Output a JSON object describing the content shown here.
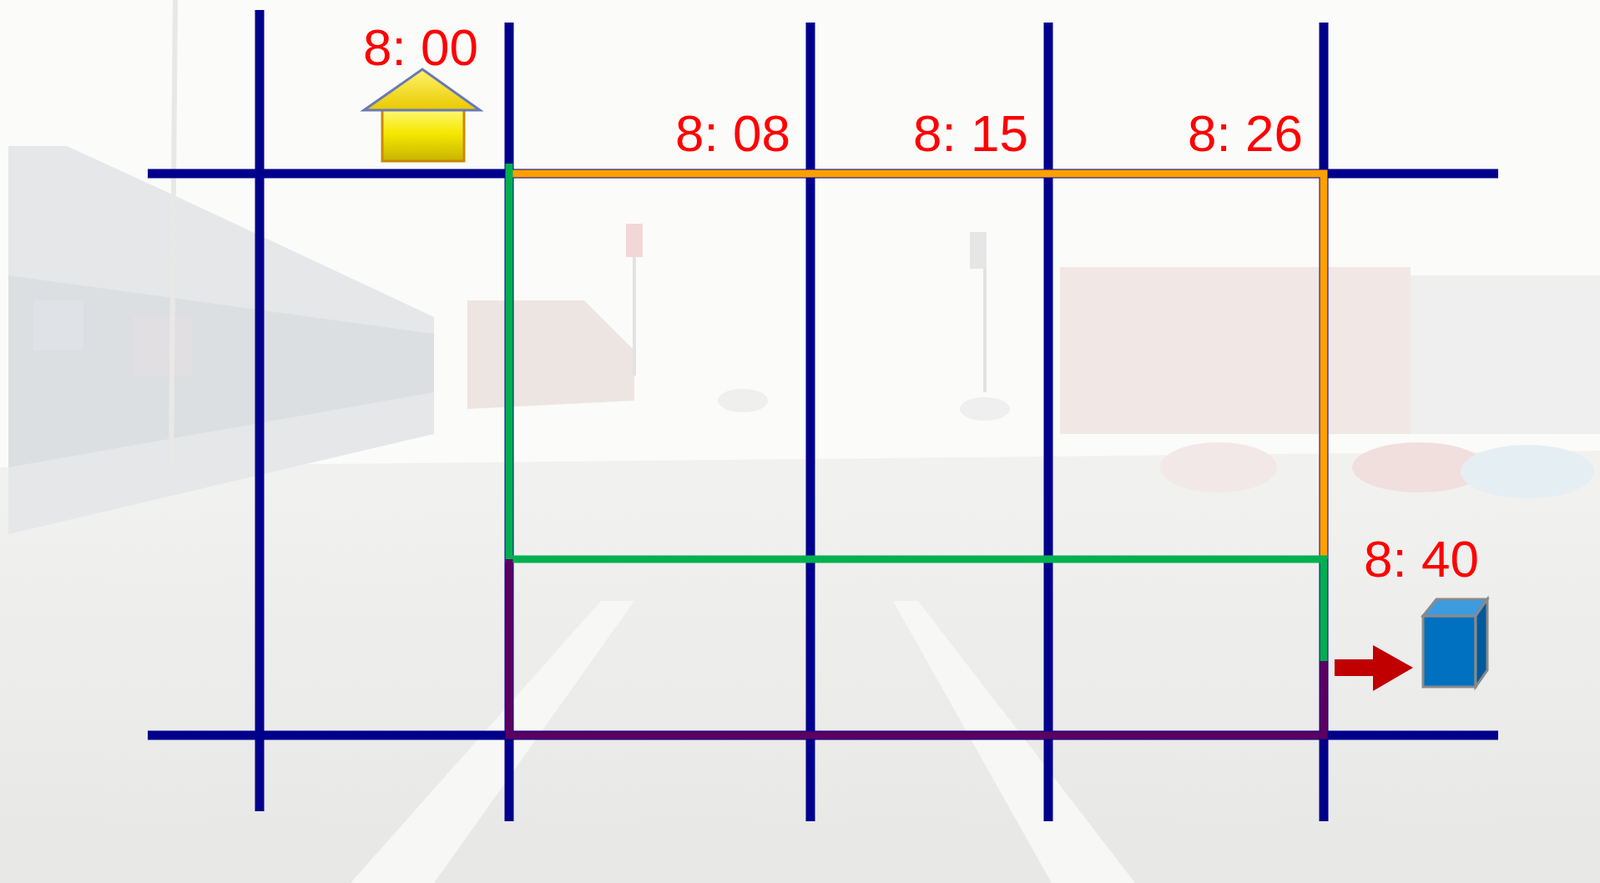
{
  "diagram": {
    "labels": [
      "8: 00",
      "8: 08",
      "8: 15",
      "8: 26",
      "8: 40"
    ]
  }
}
